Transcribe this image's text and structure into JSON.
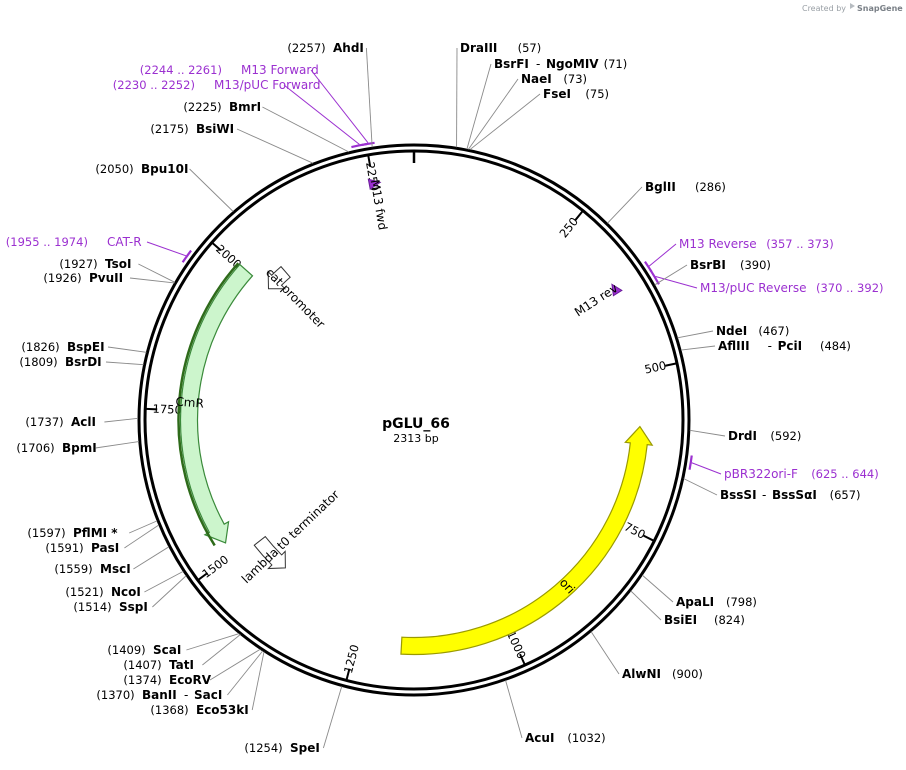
{
  "credit": {
    "prefix": "Created by",
    "brand": "SnapGene"
  },
  "plasmid": {
    "name": "pGLU_66",
    "size_label": "2313 bp",
    "length": 2313
  },
  "ticks": [
    {
      "bp": 250,
      "label": "250"
    },
    {
      "bp": 500,
      "label": "500"
    },
    {
      "bp": 750,
      "label": "750"
    },
    {
      "bp": 1000,
      "label": "1000"
    },
    {
      "bp": 1250,
      "label": "1250"
    },
    {
      "bp": 1500,
      "label": "1500"
    },
    {
      "bp": 1750,
      "label": "1750"
    },
    {
      "bp": 2000,
      "label": "2000"
    },
    {
      "bp": 2250,
      "label": "2250"
    }
  ],
  "sites": [
    {
      "id": "draiii",
      "name": "DraIII",
      "pos": "(57)",
      "bp": 57
    },
    {
      "id": "bsrfi",
      "name": "BsrFI",
      "name2": "NgoMIV",
      "pos": "(71)",
      "bp": 71
    },
    {
      "id": "naei",
      "name": "NaeI",
      "pos": "(73)",
      "bp": 73
    },
    {
      "id": "fsei",
      "name": "FseI",
      "pos": "(75)",
      "bp": 75
    },
    {
      "id": "bglii",
      "name": "BglII",
      "pos": "(286)",
      "bp": 286
    },
    {
      "id": "bsrbi",
      "name": "BsrBI",
      "pos": "(390)",
      "bp": 390
    },
    {
      "id": "ndei",
      "name": "NdeI",
      "pos": "(467)",
      "bp": 467
    },
    {
      "id": "afliii",
      "name": "AflIII",
      "name2": "PciI",
      "pos": "(484)",
      "bp": 484
    },
    {
      "id": "drdi",
      "name": "DrdI",
      "pos": "(592)",
      "bp": 592
    },
    {
      "id": "bsssi",
      "name": "BssSI",
      "name2": "BssSαI",
      "pos": "(657)",
      "bp": 657
    },
    {
      "id": "apali",
      "name": "ApaLI",
      "pos": "(798)",
      "bp": 798
    },
    {
      "id": "bsiei",
      "name": "BsiEI",
      "pos": "(824)",
      "bp": 824
    },
    {
      "id": "alwni",
      "name": "AlwNI",
      "pos": "(900)",
      "bp": 900
    },
    {
      "id": "acui",
      "name": "AcuI",
      "pos": "(1032)",
      "bp": 1032
    },
    {
      "id": "spei",
      "name": "SpeI",
      "pos": "(1254)",
      "bp": 1254
    },
    {
      "id": "eco53ki",
      "name": "Eco53kI",
      "pos": "(1368)",
      "bp": 1368
    },
    {
      "id": "banii",
      "name": "BanII",
      "name2": "SacI",
      "pos": "(1370)",
      "bp": 1370
    },
    {
      "id": "ecorv",
      "name": "EcoRV",
      "pos": "(1374)",
      "bp": 1374
    },
    {
      "id": "tati",
      "name": "TatI",
      "pos": "(1407)",
      "bp": 1407
    },
    {
      "id": "scai",
      "name": "ScaI",
      "pos": "(1409)",
      "bp": 1409
    },
    {
      "id": "sspi",
      "name": "SspI",
      "pos": "(1514)",
      "bp": 1514
    },
    {
      "id": "ncoi",
      "name": "NcoI",
      "pos": "(1521)",
      "bp": 1521
    },
    {
      "id": "msci",
      "name": "MscI",
      "pos": "(1559)",
      "bp": 1559
    },
    {
      "id": "pasi",
      "name": "PasI",
      "pos": "(1591)",
      "bp": 1591
    },
    {
      "id": "pflmi",
      "name": "PflMI *",
      "pos": "(1597)",
      "bp": 1597
    },
    {
      "id": "bpmi",
      "name": "BpmI",
      "pos": "(1706)",
      "bp": 1706
    },
    {
      "id": "acli",
      "name": "AclI",
      "pos": "(1737)",
      "bp": 1737
    },
    {
      "id": "bsrdi",
      "name": "BsrDI",
      "pos": "(1809)",
      "bp": 1809
    },
    {
      "id": "bspei",
      "name": "BspEI",
      "pos": "(1826)",
      "bp": 1826
    },
    {
      "id": "pvuii",
      "name": "PvuII",
      "pos": "(1926)",
      "bp": 1926
    },
    {
      "id": "tsoi",
      "name": "TsoI",
      "pos": "(1927)",
      "bp": 1927
    },
    {
      "id": "bpu10i",
      "name": "Bpu10I",
      "pos": "(2050)",
      "bp": 2050
    },
    {
      "id": "bsiwi",
      "name": "BsiWI",
      "pos": "(2175)",
      "bp": 2175
    },
    {
      "id": "bmri",
      "name": "BmrI",
      "pos": "(2225)",
      "bp": 2225
    },
    {
      "id": "ahdi",
      "name": "AhdI",
      "pos": "(2257)",
      "bp": 2257
    }
  ],
  "primers": [
    {
      "id": "m13-forward",
      "name": "M13 Forward",
      "range": "(2244 .. 2261)",
      "start": 2244,
      "end": 2261,
      "color": "#9b30d0"
    },
    {
      "id": "m13puc-forward",
      "name": "M13/pUC Forward",
      "range": "(2230 .. 2252)",
      "start": 2230,
      "end": 2252,
      "color": "#9b30d0"
    },
    {
      "id": "m13-reverse",
      "name": "M13 Reverse",
      "range": "(357 .. 373)",
      "start": 357,
      "end": 373,
      "color": "#9b30d0"
    },
    {
      "id": "m13puc-reverse",
      "name": "M13/pUC Reverse",
      "range": "(370 .. 392)",
      "start": 370,
      "end": 392,
      "color": "#9b30d0"
    },
    {
      "id": "pbr322ori-f",
      "name": "pBR322ori-F",
      "range": "(625 .. 644)",
      "start": 625,
      "end": 644,
      "color": "#9b30d0"
    },
    {
      "id": "cat-r",
      "name": "CAT-R",
      "range": "(1955 .. 1974)",
      "start": 1955,
      "end": 1974,
      "color": "#9b30d0"
    }
  ],
  "features": [
    {
      "id": "ori",
      "name": "ori",
      "start": 589,
      "end": 1177,
      "strand": "reverse",
      "color": "#ffff00",
      "stroke": "#9a9a00",
      "type": "arc"
    },
    {
      "id": "cmr",
      "name": "CmR",
      "start": 1522,
      "end": 2003,
      "strand": "reverse",
      "color": "#ccf5cc",
      "stroke": "#3a8a3a",
      "type": "arc"
    },
    {
      "id": "cat-promoter",
      "name": "cat promoter",
      "start": 2005,
      "end": 2050,
      "strand": "reverse",
      "color": "#ffffff",
      "stroke": "#333333",
      "type": "small-arrow"
    },
    {
      "id": "lambda-t0",
      "name": "lambda t0 terminator",
      "start": 1420,
      "end": 1490,
      "strand": "reverse",
      "color": "#ffffff",
      "stroke": "#333333",
      "type": "small-arrow"
    },
    {
      "id": "m13-fwd",
      "name": "M13 fwd",
      "start": 2244,
      "end": 2261,
      "strand": "forward",
      "color": "#9b30d0",
      "stroke": "#6a1b9a",
      "type": "tiny-arrow"
    },
    {
      "id": "m13-rev",
      "name": "M13 rev",
      "start": 357,
      "end": 373,
      "strand": "reverse",
      "color": "#9b30d0",
      "stroke": "#6a1b9a",
      "type": "tiny-arrow"
    }
  ]
}
